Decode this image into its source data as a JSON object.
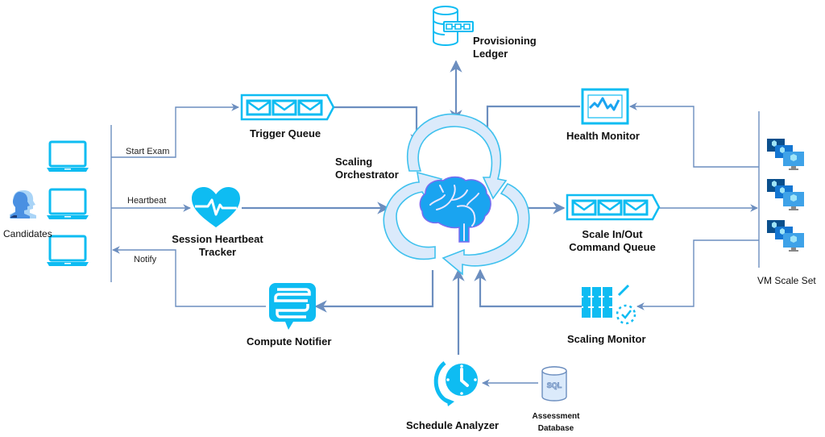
{
  "diagram": {
    "colors": {
      "connector": "#6c8ebf",
      "icon_cyan": "#0ebcf2",
      "ring_fill": "#dbeafb",
      "ring_stroke": "#3fc1ee",
      "brain": "#1aa4f0",
      "vm_dark": "#0a4f8c",
      "vm_mid": "#1476d2",
      "vm_light": "#3ea2e8"
    },
    "nodes": {
      "candidates": {
        "label": "Candidates",
        "icon": "users-icon"
      },
      "laptops": [
        {
          "icon": "laptop-icon"
        },
        {
          "icon": "laptop-icon"
        },
        {
          "icon": "laptop-icon"
        }
      ],
      "trigger_queue": {
        "label": "Trigger Queue",
        "icon": "queue-icon"
      },
      "heartbeat_tracker": {
        "label_line1": "Session Heartbeat",
        "label_line2": "Tracker",
        "icon": "heart-pulse-icon"
      },
      "compute_notifier": {
        "label": "Compute Notifier",
        "icon": "notification-icon"
      },
      "orchestrator": {
        "label_line1": "Scaling",
        "label_line2": "Orchestrator",
        "icon": "brain-icon"
      },
      "provisioning_ledger": {
        "label_line1": "Provisioning",
        "label_line2": "Ledger",
        "icon": "ledger-database-icon"
      },
      "health_monitor": {
        "label": "Health Monitor",
        "icon": "monitor-pulse-icon"
      },
      "command_queue": {
        "label_line1": "Scale In/Out",
        "label_line2": "Command Queue",
        "icon": "queue-icon"
      },
      "scaling_monitor": {
        "label": "Scaling Monitor",
        "icon": "autoscale-icon"
      },
      "schedule_analyzer": {
        "label": "Schedule Analyzer",
        "icon": "clock-icon"
      },
      "assessment_db": {
        "label_line1": "Assessment",
        "label_line2": "Database",
        "icon": "sql-database-icon"
      },
      "vm_scale_set": {
        "label": "VM Scale Set",
        "icon": "vm-scale-set-icon"
      }
    },
    "edges": [
      {
        "from": "laptops",
        "to": "trigger_queue",
        "label": "Start Exam"
      },
      {
        "from": "laptops",
        "to": "heartbeat_tracker",
        "label": "Heartbeat"
      },
      {
        "from": "compute_notifier",
        "to": "laptops",
        "label": "Notify"
      },
      {
        "from": "trigger_queue",
        "to": "orchestrator",
        "label": ""
      },
      {
        "from": "heartbeat_tracker",
        "to": "orchestrator",
        "label": ""
      },
      {
        "from": "orchestrator",
        "to": "compute_notifier",
        "label": ""
      },
      {
        "from": "orchestrator",
        "to": "provisioning_ledger",
        "label": "",
        "bidirectional": true
      },
      {
        "from": "health_monitor",
        "to": "orchestrator",
        "label": ""
      },
      {
        "from": "orchestrator",
        "to": "command_queue",
        "label": ""
      },
      {
        "from": "command_queue",
        "to": "vm_scale_set",
        "label": ""
      },
      {
        "from": "vm_scale_set",
        "to": "health_monitor",
        "label": ""
      },
      {
        "from": "vm_scale_set",
        "to": "scaling_monitor",
        "label": ""
      },
      {
        "from": "scaling_monitor",
        "to": "orchestrator",
        "label": ""
      },
      {
        "from": "schedule_analyzer",
        "to": "orchestrator",
        "label": ""
      },
      {
        "from": "assessment_db",
        "to": "schedule_analyzer",
        "label": ""
      }
    ]
  }
}
